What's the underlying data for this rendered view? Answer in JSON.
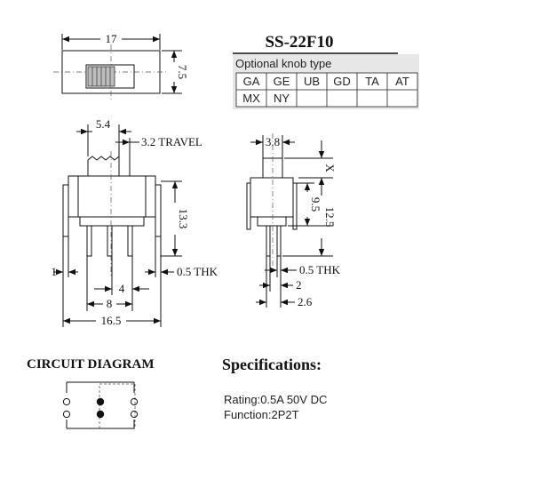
{
  "model": "SS-22F10",
  "knob": {
    "label": "Optional knob type",
    "rows": [
      [
        "GA",
        "GE",
        "UB",
        "GD",
        "TA",
        "AT"
      ],
      [
        "MX",
        "NY",
        "",
        "",
        "",
        ""
      ]
    ]
  },
  "top_view": {
    "width": "17",
    "height": "7.5"
  },
  "front_view": {
    "actuator": "5.4",
    "travel": "3.2 TRAVEL",
    "height": "13.3",
    "offset": "1",
    "thickness": "0.5 THK",
    "pitch": "4",
    "span": "8",
    "overall": "16.5"
  },
  "side_view": {
    "knob_width": "3.8",
    "x_label": "X",
    "body": "9.5",
    "total": "12.5",
    "thickness": "0.5 THK",
    "pin_a": "2",
    "pin_b": "2.6"
  },
  "circuit": {
    "title": "CIRCUIT DIAGRAM"
  },
  "specs": {
    "title": "Specifications:",
    "rating": "Rating:0.5A 50V DC",
    "function": "Function:2P2T"
  }
}
